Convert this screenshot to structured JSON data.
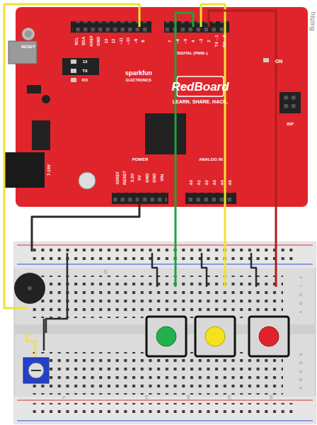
{
  "diagram": {
    "labels": [
      "RESET",
      "SCL",
      "SDA",
      "AREF",
      "GND",
      "13",
      "12",
      "~11",
      "~10",
      "~9",
      "8",
      "7",
      "~6",
      "~5",
      "4",
      "~3",
      "2",
      "TX→1",
      "RX←0",
      "DIGITAL (PWM~)",
      "13",
      "TX",
      "RX",
      "sparkfun",
      "ELECTRONICS",
      "RedBoard",
      "LEARN. SHARE. HACK.",
      "ON",
      "ISP",
      "7-15V",
      "IOREF",
      "RESET",
      "3.3V",
      "5V",
      "GND",
      "GND",
      "VIN",
      "POWER",
      "A0",
      "A1",
      "A2",
      "A3",
      "A4",
      "A5",
      "ANALOG IN",
      "fritzing",
      "10",
      "5",
      "15",
      "20",
      "25",
      "30",
      "J",
      "I",
      "H",
      "G",
      "F",
      "E",
      "D",
      "C",
      "B",
      "A"
    ]
  }
}
